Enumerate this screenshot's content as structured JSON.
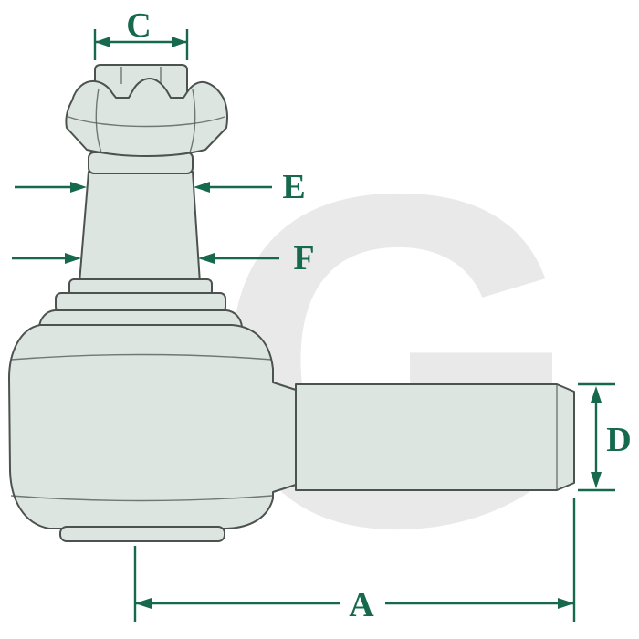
{
  "diagram": {
    "watermark": "G",
    "labels": {
      "C": "C",
      "E": "E",
      "F": "F",
      "D": "D",
      "A": "A"
    }
  },
  "colors": {
    "dimension": "#17694e",
    "part-fill": "#dde5e0",
    "outline": "#4c524f",
    "watermark": "#e9e9e9",
    "background": "#ffffff"
  }
}
